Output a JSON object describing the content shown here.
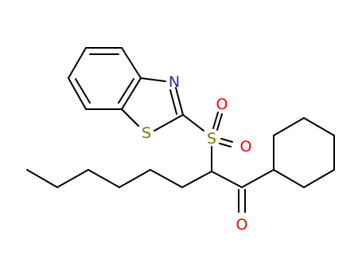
{
  "colors": {
    "bond": "#000000",
    "nitrogen": "#2a2a9c",
    "sulfur": "#7a7a00",
    "oxygen": "#ff0000",
    "background": "#ffffff"
  },
  "atoms": {
    "n1": "N",
    "s_thiazole": "S",
    "s_sulfonyl": "S",
    "o_sulfonyl_top": "O",
    "o_sulfonyl_right": "O",
    "o_ketone": "O"
  }
}
